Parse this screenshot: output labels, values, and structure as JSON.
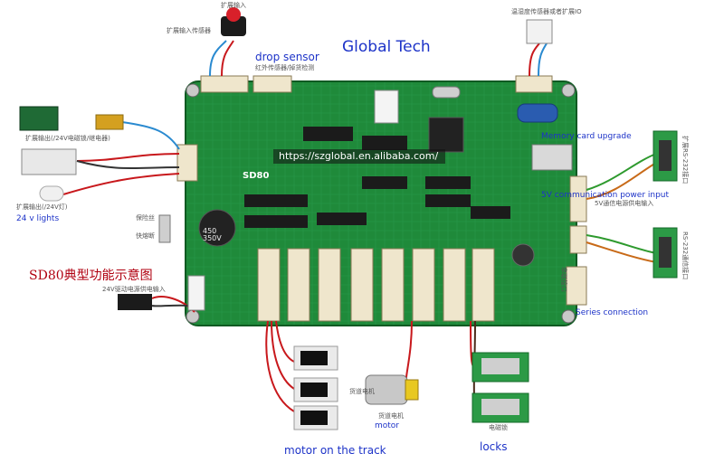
{
  "title": "Global Tech",
  "watermark_url": "https://szglobal.en.alibaba.com/",
  "board_name": "SD80",
  "figure_caption": "SD80典型功能示意图",
  "labels": {
    "drop_sensor": "drop sensor",
    "drop_sensor_cn": "红外传感器/掉货检测",
    "ext_input_sensor_cn": "扩展输入传感器",
    "ext_input_cn": "扩展输入",
    "temp_sensor_cn": "温湿度传感器或者扩展IO",
    "memory_card": "Memory card upgrade",
    "comm_power": "5V communication power input",
    "comm_power_cn": "5V通信电源供电输入",
    "rs232_ext": "扩展RS-232接口",
    "rs232_comm": "RS-232通信接口",
    "series_connection": "Series connection",
    "series_cn": "串联接口",
    "ext_output_cn": "扩展输出(/24V电磁锁/继电器)",
    "ext_output_light_cn": "扩展输出(/24V灯)",
    "lights": "24 v lights",
    "fuse_cn": "保险丝",
    "quick_fuse_cn": "快熔断",
    "power_in_cn": "24V驱动电源供电输入",
    "motor_track": "motor on the track",
    "track_motor_cn": "货道电机",
    "motor": "motor",
    "motor_cn": "货道电机",
    "locks": "locks",
    "lock_cn": "电磁锁",
    "cap_text": "450\n350V"
  },
  "colors": {
    "board": "#1f8a3a",
    "board_dark": "#146b2a",
    "accent_text": "#1d33c8",
    "caption_red": "#b00010",
    "wire_red": "#c8181c",
    "wire_dark": "#4a2a1a"
  }
}
